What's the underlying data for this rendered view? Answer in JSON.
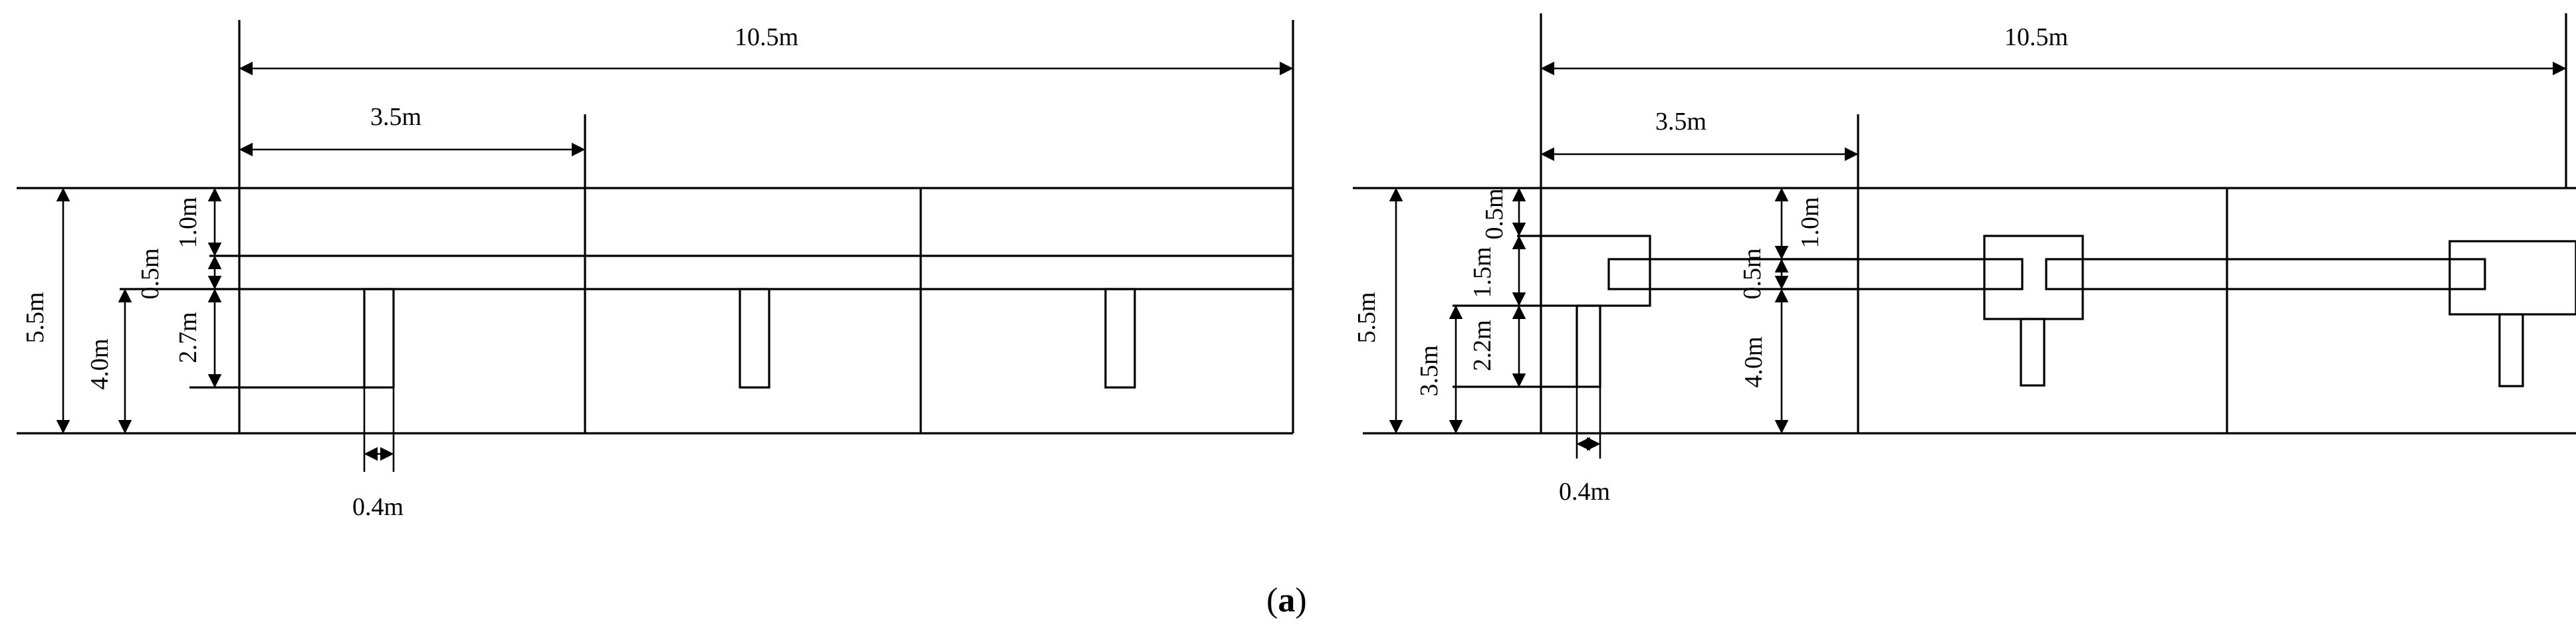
{
  "figure": {
    "left": {
      "total_width": "10.5m",
      "bay_width": "3.5m",
      "total_height": "5.5m",
      "top_depth": "1.0m",
      "slab_thickness": "0.5m",
      "lower_height": "4.0m",
      "pile_length": "2.7m",
      "pile_width": "0.4m"
    },
    "right": {
      "total_width": "10.5m",
      "bay_width": "3.5m",
      "total_height": "5.5m",
      "top_clear": "0.5m",
      "cap_depth": "1.5m",
      "pile_length": "2.2m",
      "lower_height": "3.5m",
      "mid_depth": "1.0m",
      "slab_thickness": "0.5m",
      "mid_lower_height": "4.0m",
      "pile_width": "0.4m"
    },
    "caption": {
      "open": "(",
      "letter": "a",
      "close": ")"
    }
  }
}
